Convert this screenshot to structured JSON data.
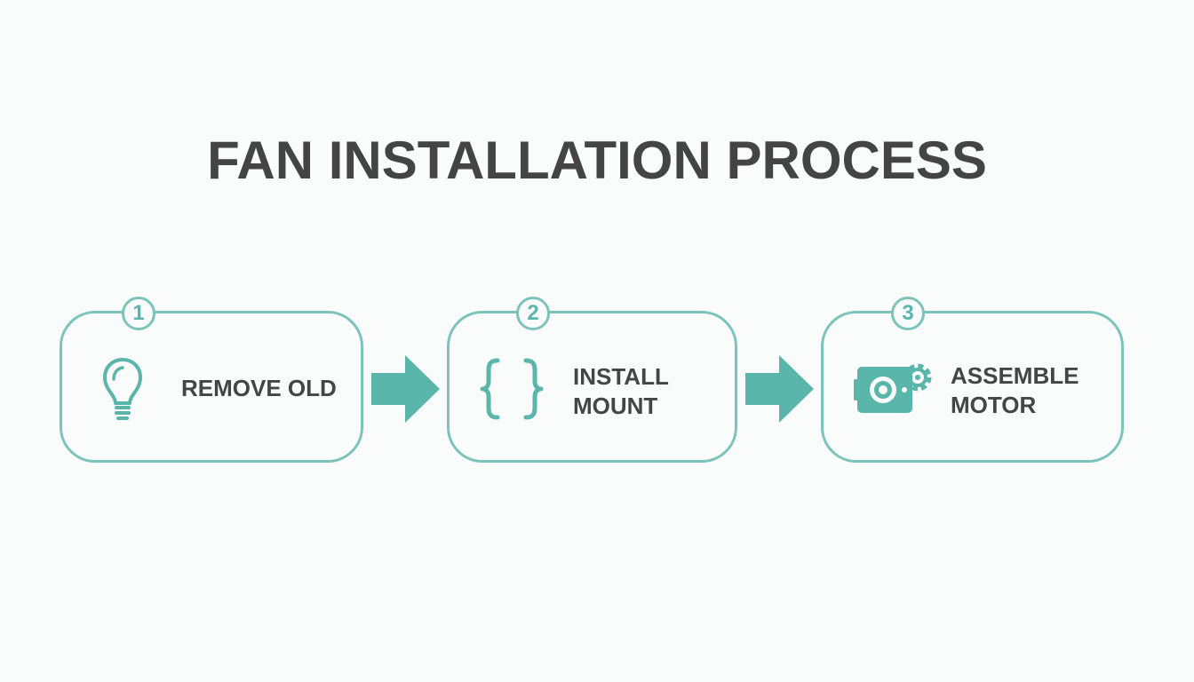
{
  "title": "FAN INSTALLATION PROCESS",
  "colors": {
    "accent": "#5ab5aa",
    "border": "#7cc4bb",
    "text": "#444444",
    "background": "#fafbfb"
  },
  "steps": [
    {
      "number": "1",
      "icon": "lightbulb-icon",
      "label_lines": [
        "REMOVE OLD"
      ]
    },
    {
      "number": "2",
      "icon": "braces-icon",
      "label_lines": [
        "INSTALL",
        "MOUNT"
      ]
    },
    {
      "number": "3",
      "icon": "motor-gear-icon",
      "label_lines": [
        "ASSEMBLE",
        "MOTOR"
      ]
    }
  ]
}
